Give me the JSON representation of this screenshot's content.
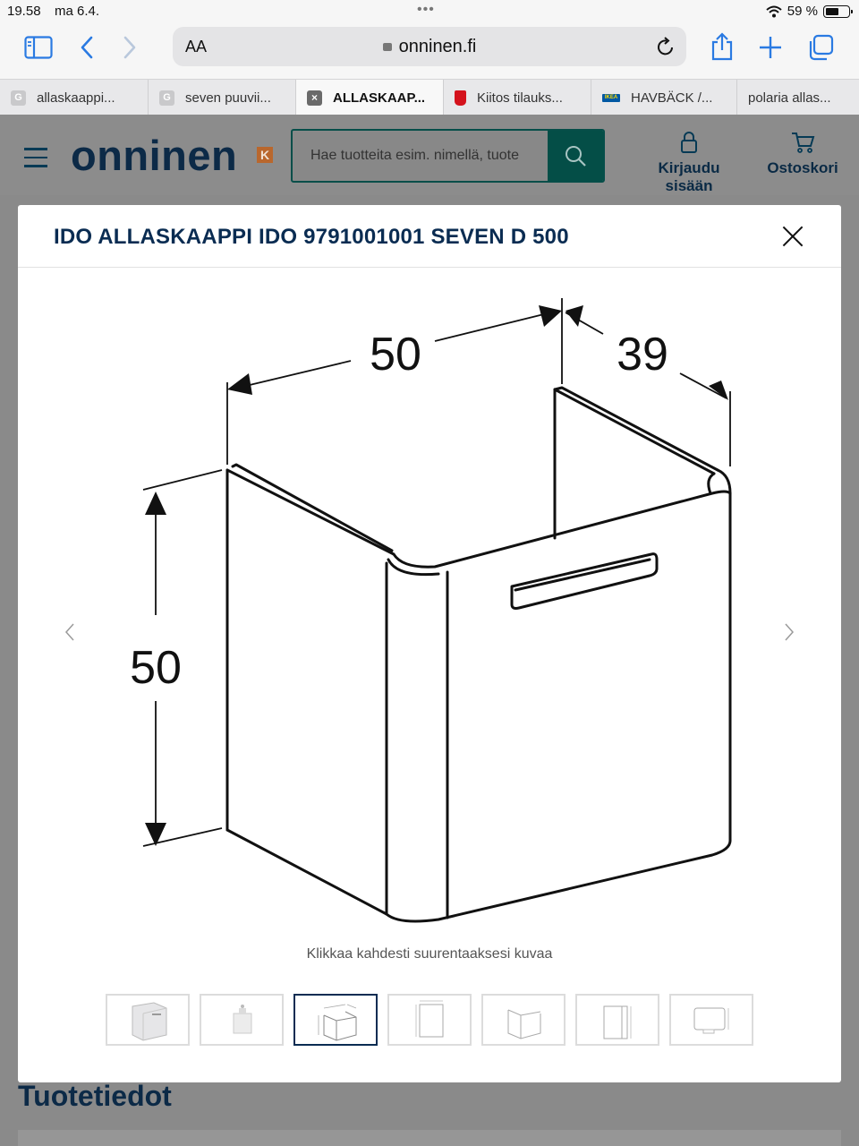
{
  "status_bar": {
    "time": "19.58",
    "date": "ma 6.4.",
    "battery": "59 %",
    "battery_level": 0.59
  },
  "toolbar": {
    "aa_label": "AA",
    "url": "onninen.fi"
  },
  "tabs": [
    {
      "label": "allaskaappi...",
      "icon": "google-favicon",
      "active": false
    },
    {
      "label": "seven puuvii...",
      "icon": "google-favicon",
      "active": false
    },
    {
      "label": "ALLASKAAP...",
      "icon": "close-tab-icon",
      "active": true
    },
    {
      "label": "Kiitos tilauks...",
      "icon": "red-shop-favicon",
      "active": false
    },
    {
      "label": "HAVBÄCK /...",
      "icon": "ikea-favicon",
      "active": false
    },
    {
      "label": "polaria allas...",
      "icon": "none",
      "active": false
    }
  ],
  "site_header": {
    "logo_text": "onninen",
    "logo_badge": "K",
    "search_placeholder": "Hae tuotteita esim. nimellä, tuote",
    "login_label": "Kirjaudu sisään",
    "cart_label": "Ostoskori"
  },
  "modal": {
    "title": "IDO ALLASKAAPPI IDO 9791001001 SEVEN D 500",
    "drawing": {
      "width_label": "50",
      "depth_label": "39",
      "height_label": "50"
    },
    "hint": "Klikkaa kahdesti suurentaaksesi kuvaa",
    "thumbnails_count": 7,
    "active_thumbnail": 3
  },
  "page": {
    "section_title": "Tuotetiedot"
  }
}
